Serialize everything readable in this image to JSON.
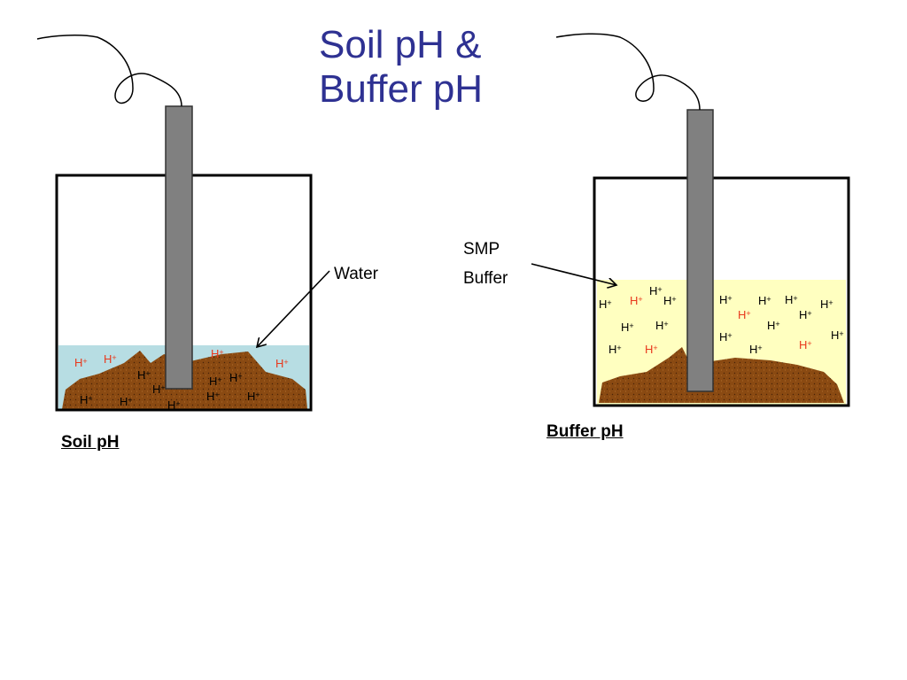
{
  "title": {
    "line1": "Soil pH &",
    "line2": "Buffer pH"
  },
  "left_panel": {
    "caption": "Soil pH",
    "arrow_label": "Water",
    "ions": [
      {
        "text": "H",
        "sup": "+",
        "color": "red"
      },
      {
        "text": "H",
        "sup": "+",
        "color": "red"
      },
      {
        "text": "H",
        "sup": "+",
        "color": "red"
      },
      {
        "text": "H",
        "sup": "+",
        "color": "red"
      },
      {
        "text": "H",
        "sup": "+",
        "color": "black"
      },
      {
        "text": "H",
        "sup": "+",
        "color": "black"
      },
      {
        "text": "H",
        "sup": "+",
        "color": "black"
      },
      {
        "text": "H",
        "sup": "+",
        "color": "black"
      },
      {
        "text": "H",
        "sup": "+",
        "color": "black"
      },
      {
        "text": "H",
        "sup": "+",
        "color": "black"
      },
      {
        "text": "H",
        "sup": "+",
        "color": "black"
      },
      {
        "text": "H",
        "sup": "+",
        "color": "black"
      },
      {
        "text": "H",
        "sup": "+",
        "color": "black"
      }
    ]
  },
  "right_panel": {
    "caption": "Buffer pH",
    "arrow_label_line1": "SMP",
    "arrow_label_line2": "Buffer",
    "ions": [
      {
        "text": "H",
        "sup": "+",
        "color": "black"
      },
      {
        "text": "H",
        "sup": "+",
        "color": "black"
      },
      {
        "text": "H",
        "sup": "+",
        "color": "black"
      },
      {
        "text": "H",
        "sup": "+",
        "color": "red"
      },
      {
        "text": "H",
        "sup": "+",
        "color": "black"
      },
      {
        "text": "H",
        "sup": "+",
        "color": "black"
      },
      {
        "text": "H",
        "sup": "+",
        "color": "black"
      },
      {
        "text": "H",
        "sup": "+",
        "color": "red"
      },
      {
        "text": "H",
        "sup": "+",
        "color": "black"
      },
      {
        "text": "H",
        "sup": "+",
        "color": "black"
      },
      {
        "text": "H",
        "sup": "+",
        "color": "black"
      },
      {
        "text": "H",
        "sup": "+",
        "color": "black"
      },
      {
        "text": "H",
        "sup": "+",
        "color": "black"
      },
      {
        "text": "H",
        "sup": "+",
        "color": "black"
      },
      {
        "text": "H",
        "sup": "+",
        "color": "red"
      },
      {
        "text": "H",
        "sup": "+",
        "color": "black"
      },
      {
        "text": "H",
        "sup": "+",
        "color": "black"
      },
      {
        "text": "H",
        "sup": "+",
        "color": "red"
      },
      {
        "text": "H",
        "sup": "+",
        "color": "black"
      }
    ]
  },
  "colors": {
    "title": "#2e3192",
    "water": "#b7dde3",
    "buffer": "#ffffc0",
    "soil": "#8a4a12",
    "electrode": "#808080",
    "red_ion": "#e8391d"
  }
}
